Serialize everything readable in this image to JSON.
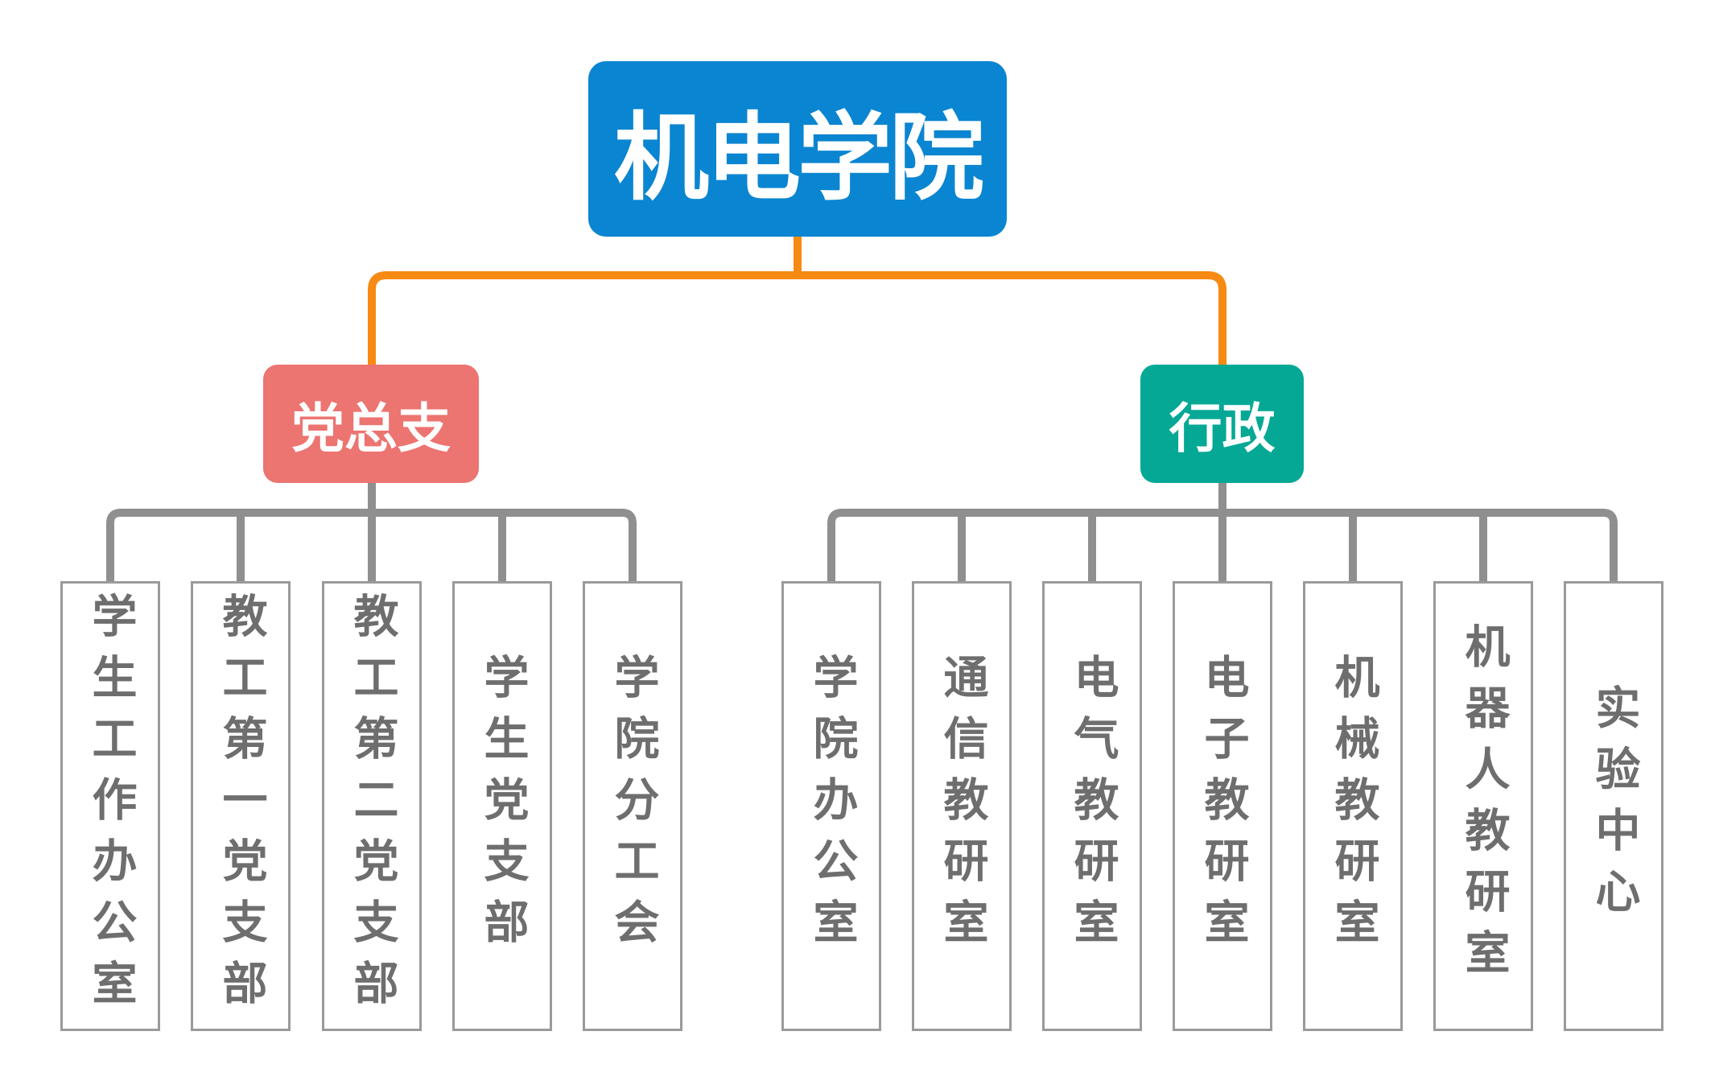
{
  "colors": {
    "root": "#0a85d1",
    "branch_left": "#ec7471",
    "branch_right": "#05a895",
    "connector_top": "#f78a13",
    "connector_leaf": "#8f8f8f",
    "leaf_border": "#9a9a9a",
    "leaf_text": "#6e6e6e"
  },
  "root": {
    "label": "机电学院"
  },
  "branches": [
    {
      "label": "党总支",
      "children": [
        "学生工作办公室",
        "教工第一党支部",
        "教工第二党支部",
        "学生党支部",
        "学院分工会"
      ]
    },
    {
      "label": "行政",
      "children": [
        "学院办公室",
        "通信教研室",
        "电气教研室",
        "电子教研室",
        "机械教研室",
        "机器人教研室",
        "实验中心"
      ]
    }
  ]
}
